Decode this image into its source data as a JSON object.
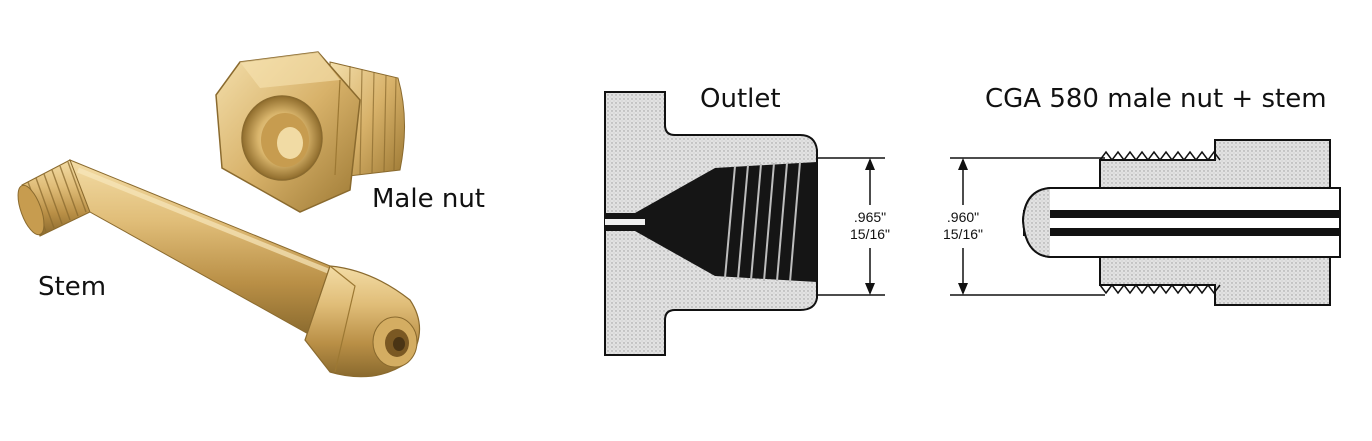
{
  "labels": {
    "stem": "Stem",
    "male_nut": "Male nut",
    "outlet": "Outlet",
    "cga": "CGA 580 male nut + stem"
  },
  "dimensions": {
    "outlet_decimal": ".965\"",
    "outlet_fraction": "15/16\"",
    "nut_decimal": ".960\"",
    "nut_fraction": "15/16\""
  },
  "colors": {
    "brass_light": "#e8c98a",
    "brass_mid": "#c9a15a",
    "brass_dark": "#8a6a2e",
    "diagram_ink": "#111111",
    "diagram_stipple": "#d9d9d9"
  }
}
